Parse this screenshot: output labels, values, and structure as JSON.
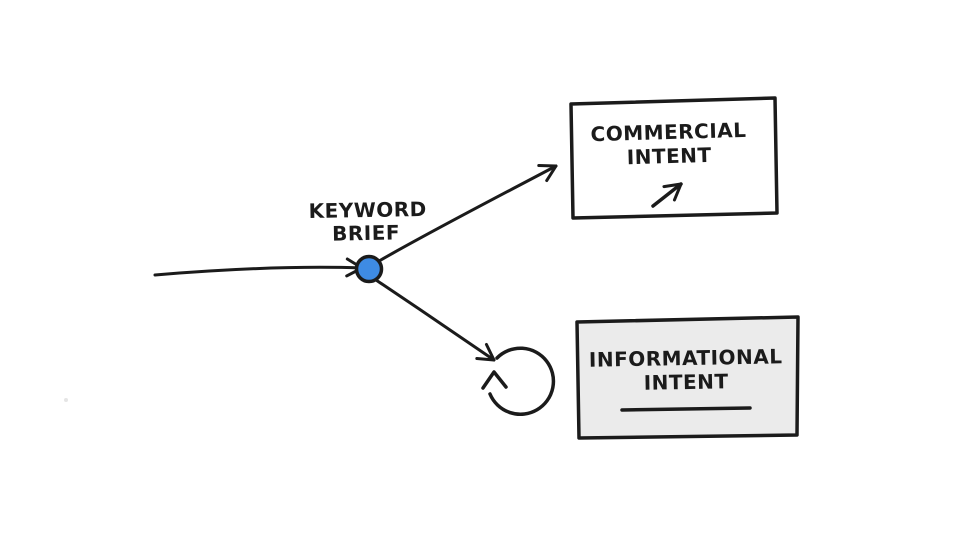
{
  "canvas": {
    "description": "hand-drawn whiteboard diagram of keyword brief splitting into commercial and informational intent"
  },
  "colors": {
    "background": "#ffffff",
    "ink": "#1b1b1b",
    "node_blue": "#3e8be4",
    "commercial_box_fill": "#ffffff",
    "informational_box_fill": "#ebebeb"
  },
  "node": {
    "label_line1": "KEYWORD",
    "label_line2": "BRIEF"
  },
  "commercial_box": {
    "line1": "COMMERCIAL",
    "line2": "INTENT",
    "icon": "arrow-up-right-icon"
  },
  "informational_box": {
    "line1": "INFORMATIONAL",
    "line2": "INTENT",
    "icon": "underline-mark"
  },
  "icons": {
    "loop": "cycle-loop-icon"
  }
}
